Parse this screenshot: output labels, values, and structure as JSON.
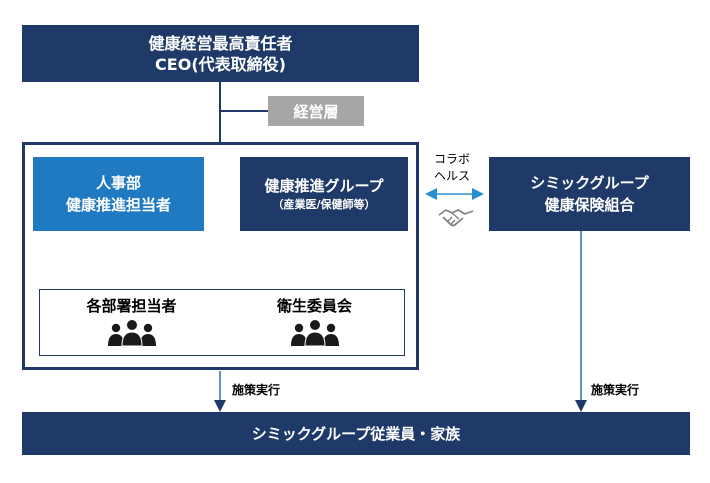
{
  "ceo": {
    "line1": "健康経営最高責任者",
    "line2": "CEO(代表取締役)"
  },
  "management_label": "経営層",
  "hr": {
    "line1": "人事部",
    "line2": "健康推進担当者"
  },
  "health_group": {
    "line1": "健康推進グループ",
    "line2": "（産業医/保健師等）"
  },
  "insurance": {
    "line1": "シミックグループ",
    "line2": "健康保険組合"
  },
  "collab": {
    "line1": "コラボ",
    "line2": "ヘルス"
  },
  "departments": {
    "label": "各部署担当者",
    "icon": "people-group-icon"
  },
  "committee": {
    "label": "衛生委員会",
    "icon": "people-group-icon"
  },
  "action_left": "施策実行",
  "action_right": "施策実行",
  "employees": "シミックグループ従業員・家族",
  "colors": {
    "navy": "#1f3a68",
    "blue": "#1f7ac2",
    "gray": "#a6a6a6",
    "arrow": "#2a8fd0"
  }
}
